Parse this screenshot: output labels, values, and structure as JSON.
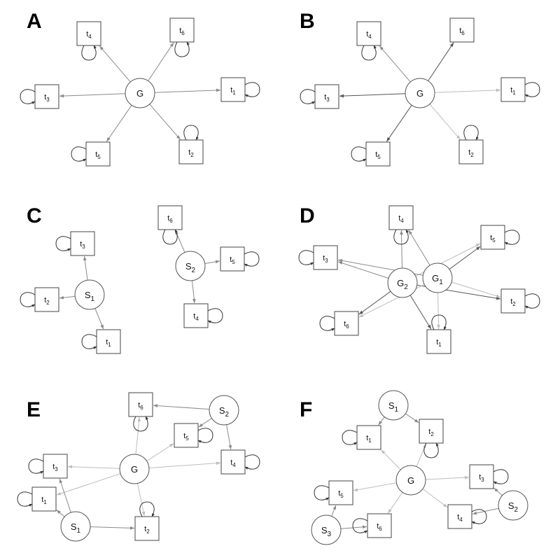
{
  "colors": {
    "edge_dark": "#555555",
    "edge_mid": "#8a8a8a",
    "edge_light": "#bdbdbd",
    "node_stroke": "#444444",
    "text": "#111111"
  },
  "panels": [
    {
      "label": "A",
      "nodes": [
        {
          "id": "G",
          "base": "G",
          "sub": "",
          "shape": "circle",
          "loop": false
        },
        {
          "id": "t4",
          "base": "t",
          "sub": "4",
          "shape": "box",
          "loop": true
        },
        {
          "id": "t6",
          "base": "t",
          "sub": "6",
          "shape": "box",
          "loop": true
        },
        {
          "id": "t3",
          "base": "t",
          "sub": "3",
          "shape": "box",
          "loop": true
        },
        {
          "id": "t1",
          "base": "t",
          "sub": "1",
          "shape": "box",
          "loop": true
        },
        {
          "id": "t5",
          "base": "t",
          "sub": "5",
          "shape": "box",
          "loop": true
        },
        {
          "id": "t2",
          "base": "t",
          "sub": "2",
          "shape": "box",
          "loop": true
        }
      ],
      "edges": [
        {
          "from": "G",
          "to": "t4",
          "shade": "mid"
        },
        {
          "from": "G",
          "to": "t6",
          "shade": "mid"
        },
        {
          "from": "G",
          "to": "t3",
          "shade": "mid"
        },
        {
          "from": "G",
          "to": "t1",
          "shade": "mid"
        },
        {
          "from": "G",
          "to": "t5",
          "shade": "mid"
        },
        {
          "from": "G",
          "to": "t2",
          "shade": "mid"
        }
      ]
    },
    {
      "label": "B",
      "nodes": [
        {
          "id": "G",
          "base": "G",
          "sub": "",
          "shape": "circle",
          "loop": false
        },
        {
          "id": "t4",
          "base": "t",
          "sub": "4",
          "shape": "box",
          "loop": true
        },
        {
          "id": "t6",
          "base": "t",
          "sub": "6",
          "shape": "box",
          "loop": false
        },
        {
          "id": "t3",
          "base": "t",
          "sub": "3",
          "shape": "box",
          "loop": true
        },
        {
          "id": "t1",
          "base": "t",
          "sub": "1",
          "shape": "box",
          "loop": true
        },
        {
          "id": "t5",
          "base": "t",
          "sub": "5",
          "shape": "box",
          "loop": true
        },
        {
          "id": "t2",
          "base": "t",
          "sub": "2",
          "shape": "box",
          "loop": true
        }
      ],
      "edges": [
        {
          "from": "G",
          "to": "t4",
          "shade": "mid"
        },
        {
          "from": "G",
          "to": "t6",
          "shade": "dark"
        },
        {
          "from": "G",
          "to": "t3",
          "shade": "dark"
        },
        {
          "from": "G",
          "to": "t1",
          "shade": "light"
        },
        {
          "from": "G",
          "to": "t5",
          "shade": "dark"
        },
        {
          "from": "G",
          "to": "t2",
          "shade": "light"
        }
      ]
    },
    {
      "label": "C",
      "nodes": [
        {
          "id": "S1",
          "base": "S",
          "sub": "1",
          "shape": "circle",
          "loop": false
        },
        {
          "id": "S2",
          "base": "S",
          "sub": "2",
          "shape": "circle",
          "loop": false
        },
        {
          "id": "t3",
          "base": "t",
          "sub": "3",
          "shape": "box",
          "loop": true
        },
        {
          "id": "t2",
          "base": "t",
          "sub": "2",
          "shape": "box",
          "loop": true
        },
        {
          "id": "t1",
          "base": "t",
          "sub": "1",
          "shape": "box",
          "loop": true
        },
        {
          "id": "t6",
          "base": "t",
          "sub": "6",
          "shape": "box",
          "loop": true
        },
        {
          "id": "t5",
          "base": "t",
          "sub": "5",
          "shape": "box",
          "loop": true
        },
        {
          "id": "t4",
          "base": "t",
          "sub": "4",
          "shape": "box",
          "loop": true
        }
      ],
      "edges": [
        {
          "from": "S1",
          "to": "t3",
          "shade": "mid"
        },
        {
          "from": "S1",
          "to": "t2",
          "shade": "mid"
        },
        {
          "from": "S1",
          "to": "t1",
          "shade": "mid"
        },
        {
          "from": "S2",
          "to": "t6",
          "shade": "mid"
        },
        {
          "from": "S2",
          "to": "t5",
          "shade": "mid"
        },
        {
          "from": "S2",
          "to": "t4",
          "shade": "mid"
        }
      ]
    },
    {
      "label": "D",
      "nodes": [
        {
          "id": "G2",
          "base": "G",
          "sub": "2",
          "shape": "circle",
          "loop": false
        },
        {
          "id": "G1",
          "base": "G",
          "sub": "1",
          "shape": "circle",
          "loop": false
        },
        {
          "id": "t4",
          "base": "t",
          "sub": "4",
          "shape": "box",
          "loop": true
        },
        {
          "id": "t5",
          "base": "t",
          "sub": "5",
          "shape": "box",
          "loop": true
        },
        {
          "id": "t3",
          "base": "t",
          "sub": "3",
          "shape": "box",
          "loop": true
        },
        {
          "id": "t2",
          "base": "t",
          "sub": "2",
          "shape": "box",
          "loop": true
        },
        {
          "id": "t6",
          "base": "t",
          "sub": "6",
          "shape": "box",
          "loop": true
        },
        {
          "id": "t1",
          "base": "t",
          "sub": "1",
          "shape": "box",
          "loop": true
        }
      ],
      "edges": [
        {
          "from": "G2",
          "to": "t4",
          "shade": "mid"
        },
        {
          "from": "G2",
          "to": "t3",
          "shade": "mid"
        },
        {
          "from": "G2",
          "to": "t5",
          "shade": "light"
        },
        {
          "from": "G2",
          "to": "t2",
          "shade": "dark"
        },
        {
          "from": "G2",
          "to": "t6",
          "shade": "dark"
        },
        {
          "from": "G2",
          "to": "t1",
          "shade": "dark"
        },
        {
          "from": "G1",
          "to": "t4",
          "shade": "mid"
        },
        {
          "from": "G1",
          "to": "t3",
          "shade": "mid"
        },
        {
          "from": "G1",
          "to": "t5",
          "shade": "dark"
        },
        {
          "from": "G1",
          "to": "t2",
          "shade": "light"
        },
        {
          "from": "G1",
          "to": "t6",
          "shade": "light"
        },
        {
          "from": "G1",
          "to": "t1",
          "shade": "light"
        }
      ]
    },
    {
      "label": "E",
      "nodes": [
        {
          "id": "G",
          "base": "G",
          "sub": "",
          "shape": "circle",
          "loop": false
        },
        {
          "id": "S1",
          "base": "S",
          "sub": "1",
          "shape": "circle",
          "loop": false
        },
        {
          "id": "S2",
          "base": "S",
          "sub": "2",
          "shape": "circle",
          "loop": false
        },
        {
          "id": "t6",
          "base": "t",
          "sub": "6",
          "shape": "box",
          "loop": true
        },
        {
          "id": "t5",
          "base": "t",
          "sub": "5",
          "shape": "box",
          "loop": true
        },
        {
          "id": "t3",
          "base": "t",
          "sub": "3",
          "shape": "box",
          "loop": true
        },
        {
          "id": "t4",
          "base": "t",
          "sub": "4",
          "shape": "box",
          "loop": true
        },
        {
          "id": "t1",
          "base": "t",
          "sub": "1",
          "shape": "box",
          "loop": true
        },
        {
          "id": "t2",
          "base": "t",
          "sub": "2",
          "shape": "box",
          "loop": true
        }
      ],
      "edges": [
        {
          "from": "G",
          "to": "t6",
          "shade": "light"
        },
        {
          "from": "G",
          "to": "t5",
          "shade": "light"
        },
        {
          "from": "G",
          "to": "t3",
          "shade": "light"
        },
        {
          "from": "G",
          "to": "t4",
          "shade": "light"
        },
        {
          "from": "G",
          "to": "t1",
          "shade": "light"
        },
        {
          "from": "G",
          "to": "t2",
          "shade": "light"
        },
        {
          "from": "S2",
          "to": "t6",
          "shade": "mid"
        },
        {
          "from": "S2",
          "to": "t5",
          "shade": "mid"
        },
        {
          "from": "S2",
          "to": "t4",
          "shade": "mid"
        },
        {
          "from": "S1",
          "to": "t3",
          "shade": "mid"
        },
        {
          "from": "S1",
          "to": "t1",
          "shade": "mid"
        },
        {
          "from": "S1",
          "to": "t2",
          "shade": "mid"
        }
      ]
    },
    {
      "label": "F",
      "nodes": [
        {
          "id": "G",
          "base": "G",
          "sub": "",
          "shape": "circle",
          "loop": false
        },
        {
          "id": "S1",
          "base": "S",
          "sub": "1",
          "shape": "circle",
          "loop": false
        },
        {
          "id": "S2",
          "base": "S",
          "sub": "2",
          "shape": "circle",
          "loop": false
        },
        {
          "id": "S3",
          "base": "S",
          "sub": "3",
          "shape": "circle",
          "loop": false
        },
        {
          "id": "t1",
          "base": "t",
          "sub": "1",
          "shape": "box",
          "loop": true
        },
        {
          "id": "t2",
          "base": "t",
          "sub": "2",
          "shape": "box",
          "loop": true
        },
        {
          "id": "t3",
          "base": "t",
          "sub": "3",
          "shape": "box",
          "loop": true
        },
        {
          "id": "t4",
          "base": "t",
          "sub": "4",
          "shape": "box",
          "loop": true
        },
        {
          "id": "t5",
          "base": "t",
          "sub": "5",
          "shape": "box",
          "loop": true
        },
        {
          "id": "t6",
          "base": "t",
          "sub": "6",
          "shape": "box",
          "loop": true
        }
      ],
      "edges": [
        {
          "from": "G",
          "to": "t1",
          "shade": "light"
        },
        {
          "from": "G",
          "to": "t2",
          "shade": "light"
        },
        {
          "from": "G",
          "to": "t3",
          "shade": "light"
        },
        {
          "from": "G",
          "to": "t4",
          "shade": "light"
        },
        {
          "from": "G",
          "to": "t5",
          "shade": "light"
        },
        {
          "from": "G",
          "to": "t6",
          "shade": "light"
        },
        {
          "from": "S1",
          "to": "t1",
          "shade": "mid"
        },
        {
          "from": "S1",
          "to": "t2",
          "shade": "mid"
        },
        {
          "from": "S2",
          "to": "t3",
          "shade": "mid"
        },
        {
          "from": "S2",
          "to": "t4",
          "shade": "mid"
        },
        {
          "from": "S3",
          "to": "t5",
          "shade": "mid"
        },
        {
          "from": "S3",
          "to": "t6",
          "shade": "mid"
        }
      ]
    }
  ]
}
